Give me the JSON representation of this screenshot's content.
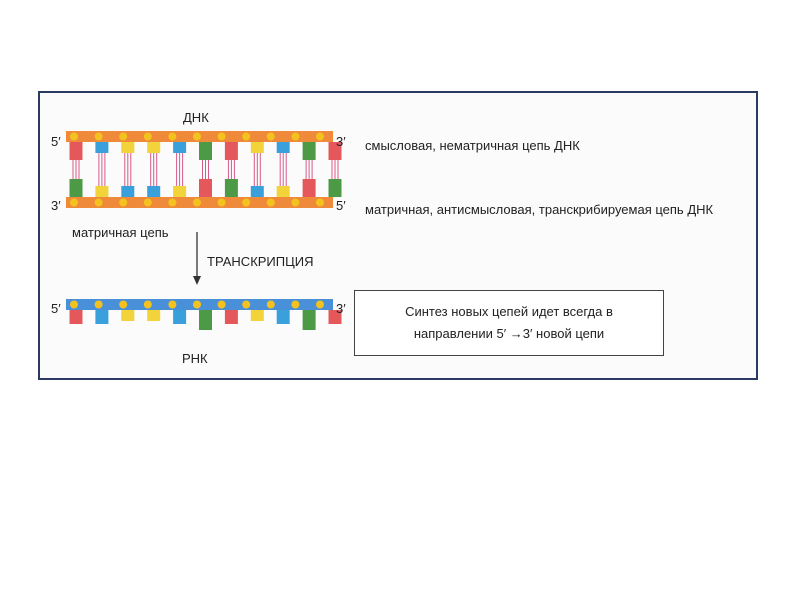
{
  "colors": {
    "frame": "#2a3a62",
    "dna_backbone": "#ef8a3a",
    "rna_backbone": "#4a90d9",
    "phosphate": "#f3c21e",
    "base_red": "#e4585c",
    "base_blue": "#3aa0dc",
    "base_yellow": "#f2d33a",
    "base_green": "#4c9a45",
    "hbond": "#d75a8a"
  },
  "dna": {
    "title": "ДНК",
    "top_left_end": "5′",
    "top_right_end": "3′",
    "bottom_left_end": "3′",
    "bottom_right_end": "5′",
    "top_strand_label": "смысловая, нематричная цепь ДНК",
    "bottom_strand_label": "матричная, антисмысловая, транскрибируемая цепь ДНК",
    "template_label": "матричная цепь",
    "top_bases": [
      "red",
      "blue",
      "yellow",
      "yellow",
      "blue",
      "green",
      "red",
      "yellow",
      "blue",
      "green",
      "red"
    ],
    "bottom_bases": [
      "green",
      "yellow",
      "blue",
      "blue",
      "yellow",
      "red",
      "green",
      "blue",
      "yellow",
      "red",
      "green"
    ]
  },
  "process": {
    "label": "ТРАНСКРИПЦИЯ"
  },
  "rna": {
    "title": "РНК",
    "left_end": "5′",
    "right_end": "3′",
    "bases": [
      "red",
      "blue",
      "yellow",
      "yellow",
      "blue",
      "green",
      "red",
      "yellow",
      "blue",
      "green",
      "red"
    ]
  },
  "note": {
    "text": "Синтез новых цепей идет всегда в направлении 5′ →3′ новой цепи"
  }
}
